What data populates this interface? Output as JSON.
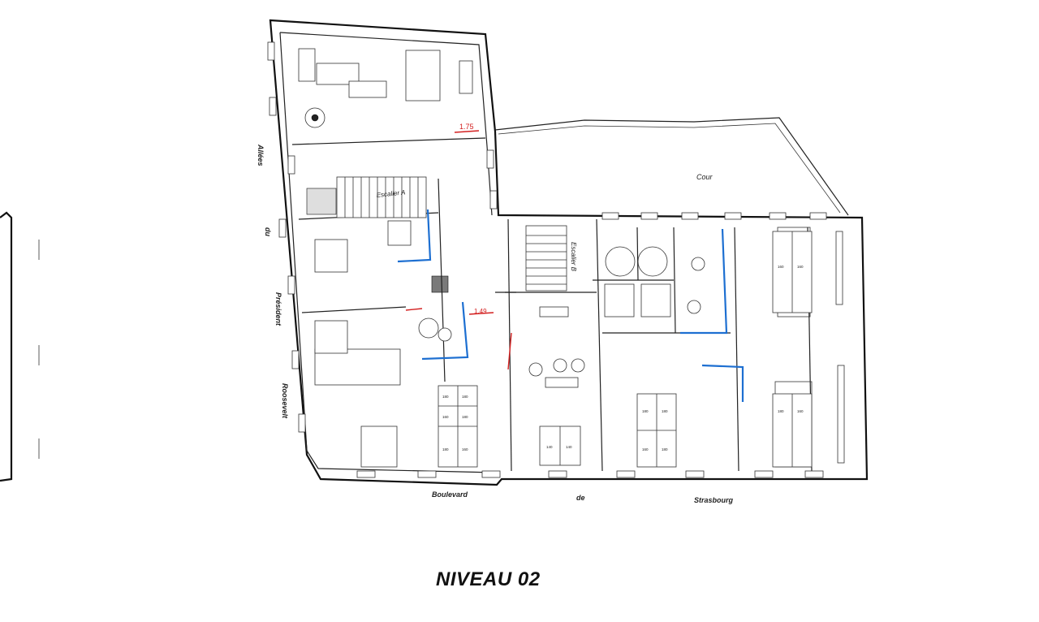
{
  "plan": {
    "title": "NIVEAU 02",
    "streets": {
      "left": [
        "Allées",
        "du",
        "Président",
        "Roosevelt"
      ],
      "bottom": [
        "Boulevard",
        "de",
        "Strasbourg"
      ]
    },
    "areas": {
      "courtyard": "Cour",
      "stair_a": "Escalier A",
      "stair_b": "Escalier B"
    },
    "dimensions": [
      "1.75",
      "1.49"
    ],
    "desk_codes": [
      "180",
      "180",
      "160",
      "180",
      "180",
      "160",
      "140",
      "140",
      "180",
      "180",
      "160",
      "180",
      "180",
      "160",
      "160",
      "160"
    ]
  }
}
